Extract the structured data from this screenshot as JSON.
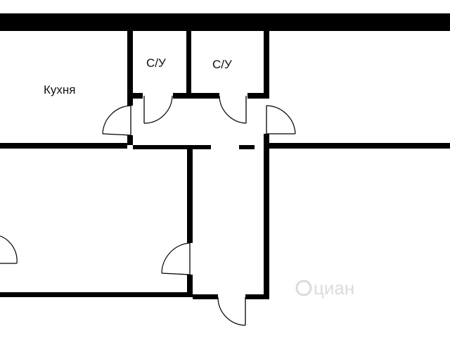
{
  "rooms": {
    "kitchen": "Кухня",
    "wc_left": "С/У",
    "wc_right": "С/У"
  },
  "watermark": "циан",
  "colors": {
    "wall": "#000000",
    "background": "#ffffff",
    "watermark": "#d8d8d8"
  },
  "icons": [
    "door-swing-icon",
    "watermark-logo-icon"
  ]
}
